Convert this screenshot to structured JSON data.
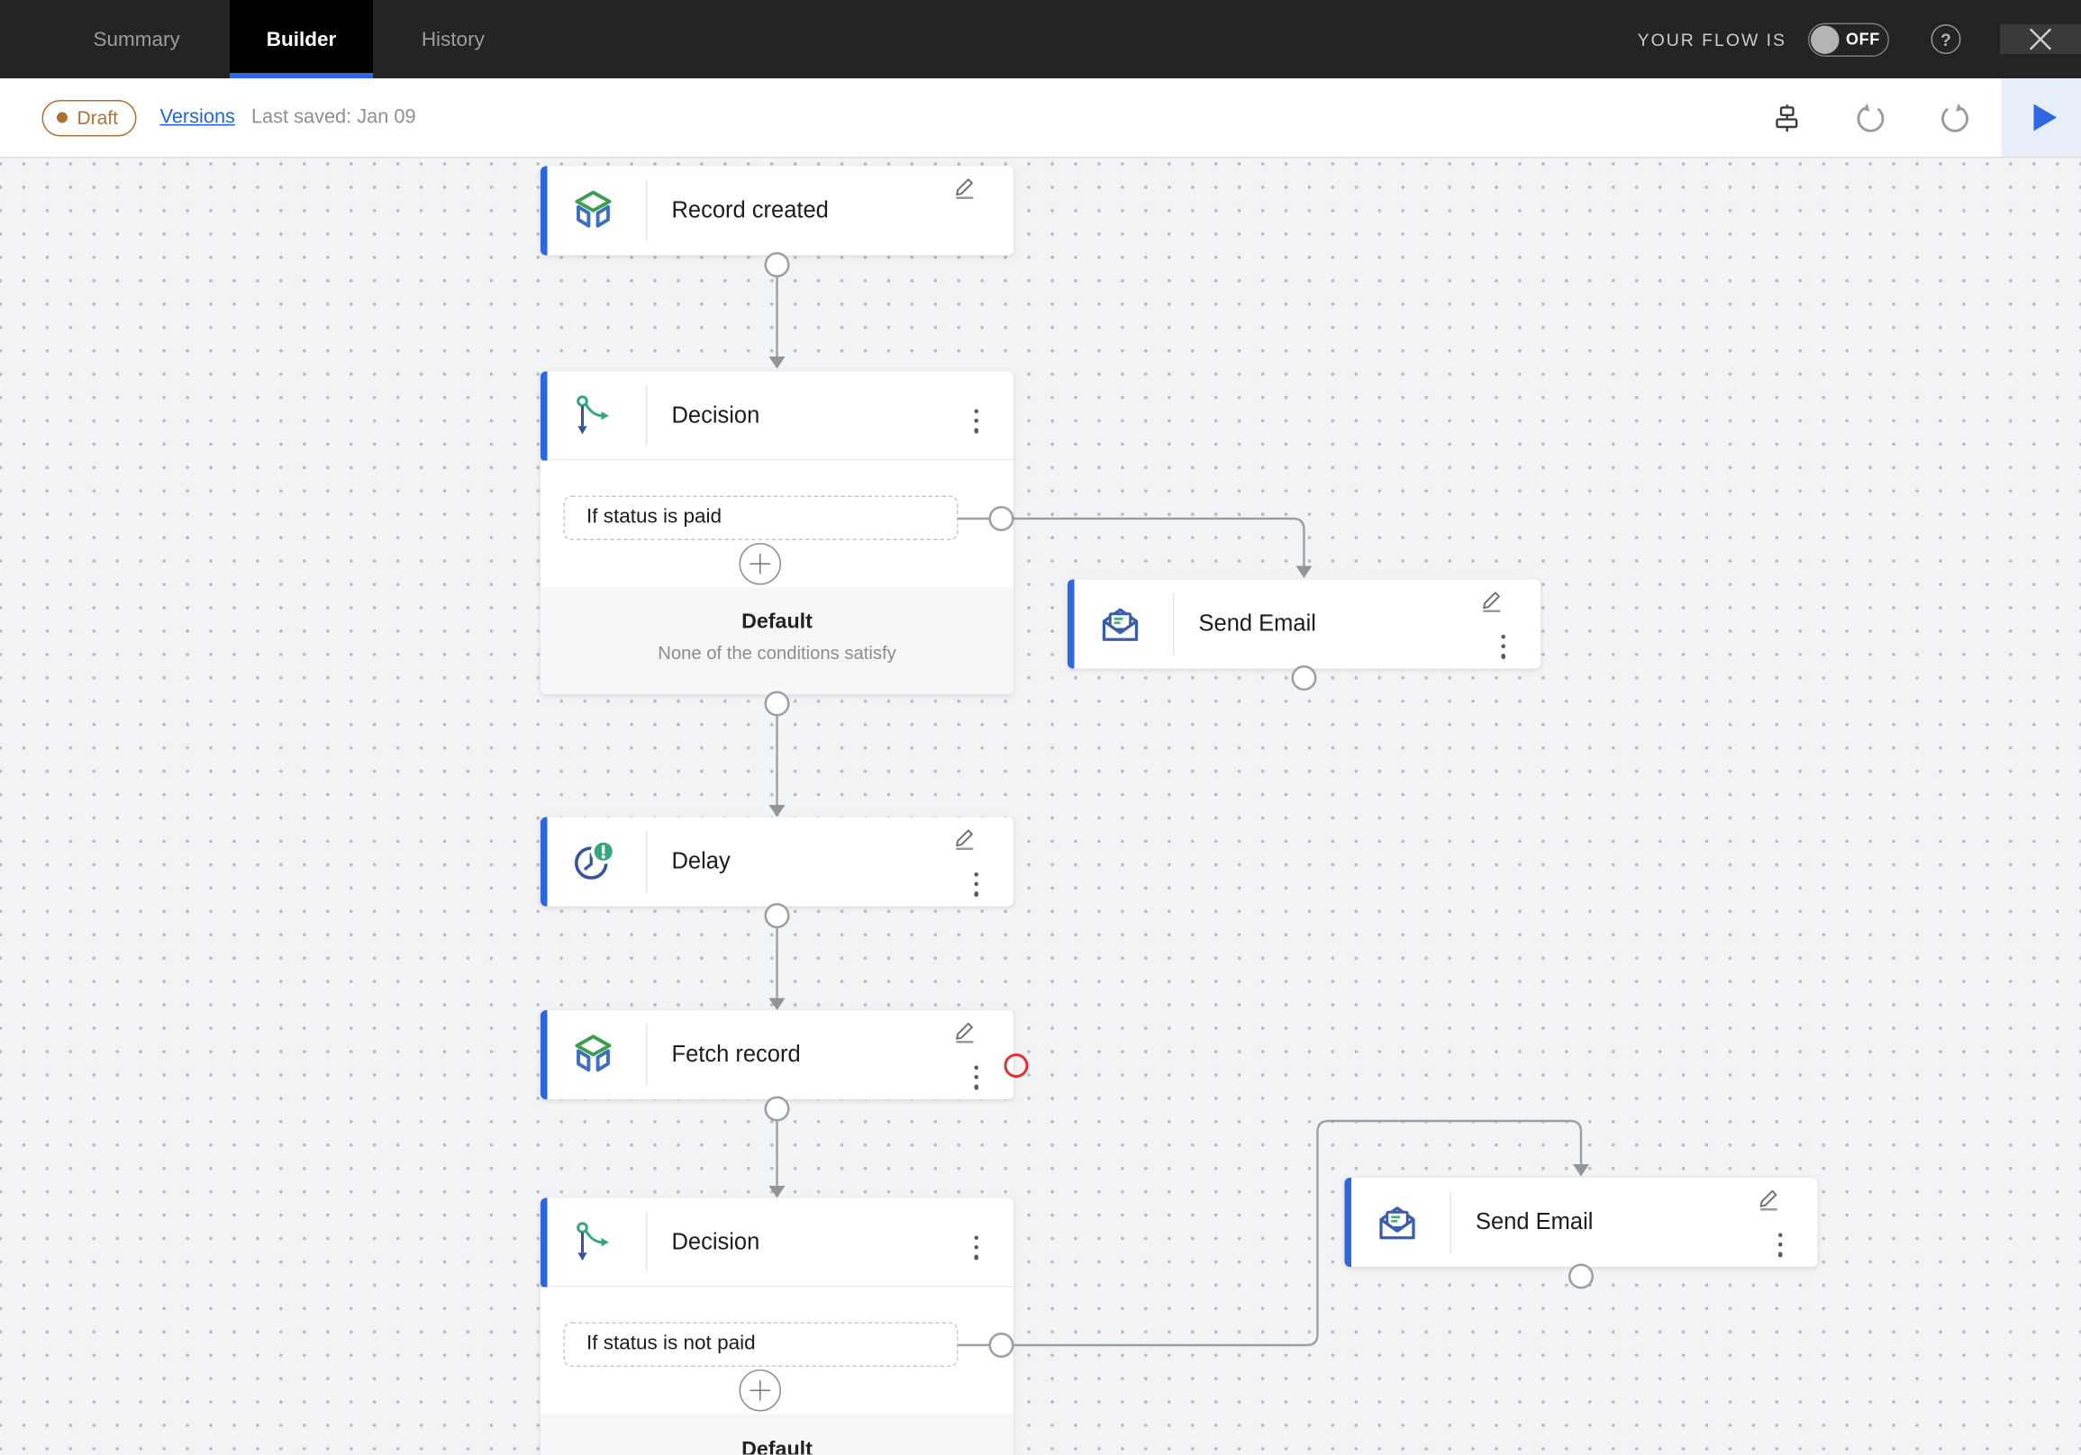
{
  "topbar": {
    "tabs": [
      {
        "label": "Summary"
      },
      {
        "label": "Builder"
      },
      {
        "label": "History"
      }
    ],
    "active_tab": "Builder",
    "flow_status_label": "YOUR FLOW IS",
    "toggle_state": "OFF",
    "help_glyph": "?"
  },
  "toolbar": {
    "status_badge": "Draft",
    "versions_link": "Versions",
    "last_saved": "Last saved: Jan 09",
    "icon_names": [
      "auto-align-icon",
      "undo-icon",
      "redo-icon",
      "run-flow-play-icon"
    ]
  },
  "canvas": {
    "nodes": {
      "record_created": {
        "title": "Record created",
        "icon": "record-box-icon"
      },
      "decision1": {
        "title": "Decision",
        "icon": "decision-branch-icon",
        "condition": "If status is paid",
        "default_title": "Default",
        "default_subtitle": "None of the conditions satisfy"
      },
      "send_email1": {
        "title": "Send Email",
        "icon": "open-envelope-icon"
      },
      "delay": {
        "title": "Delay",
        "icon": "clock-alert-icon"
      },
      "fetch_record": {
        "title": "Fetch record",
        "icon": "record-box-icon",
        "has_error_port": true
      },
      "decision2": {
        "title": "Decision",
        "icon": "decision-branch-icon",
        "condition": "If status is not paid",
        "default_title": "Default"
      },
      "send_email2": {
        "title": "Send Email",
        "icon": "open-envelope-icon"
      }
    },
    "colors": {
      "accent_bar": "#2c66e0",
      "tab_underline": "#2a6ae8",
      "draft_badge": "#ab7233",
      "link_blue": "#1f66e0",
      "error_ring": "#e0312f",
      "wire_gray": "#9aa0a6",
      "icon_blue": "#33549e",
      "icon_green": "#35a77c",
      "record_green": "#3c9e4d",
      "record_blue": "#3e6fc0",
      "play_blue": "#2d68e2",
      "canvas_bg": "#f2f3f5"
    }
  }
}
